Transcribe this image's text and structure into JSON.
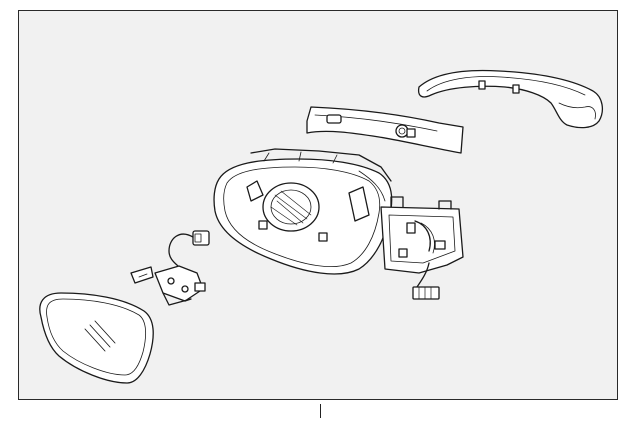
{
  "diagram": {
    "frame_bg": "#f1f1f1",
    "line_color": "#1a1a1a",
    "fill_color": "#ffffff",
    "callout_text": "",
    "parts": [
      {
        "id": "mirror-glass",
        "icon": "mirror-glass-shape"
      },
      {
        "id": "actuator-harness",
        "icon": "wiring-connector-shape"
      },
      {
        "id": "mirror-housing",
        "icon": "housing-shape"
      },
      {
        "id": "turn-signal-lamp",
        "icon": "lamp-strip-shape"
      },
      {
        "id": "mirror-cover-cap",
        "icon": "cap-shape"
      },
      {
        "id": "mount-bracket",
        "icon": "bracket-shape"
      }
    ]
  }
}
